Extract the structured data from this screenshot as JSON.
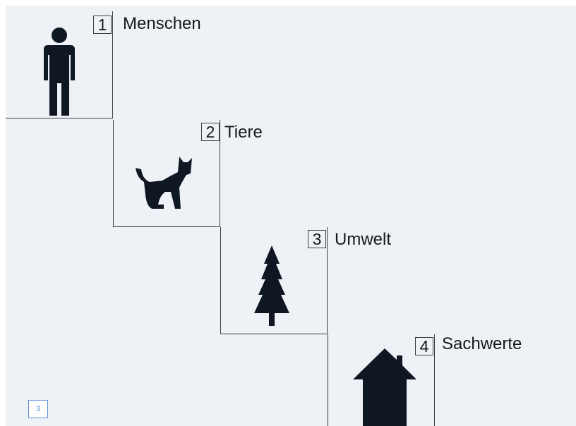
{
  "steps": [
    {
      "number": "1",
      "label": "Menschen",
      "icon": "person-icon"
    },
    {
      "number": "2",
      "label": "Tiere",
      "icon": "cat-icon"
    },
    {
      "number": "3",
      "label": "Umwelt",
      "icon": "tree-icon"
    },
    {
      "number": "4",
      "label": "Sachwerte",
      "icon": "house-icon"
    }
  ],
  "page_badge": "3",
  "colors": {
    "background": "#eef1f5",
    "icon": "#0f1722",
    "lines": "#3a3f45",
    "badge": "#5b8fd6"
  }
}
